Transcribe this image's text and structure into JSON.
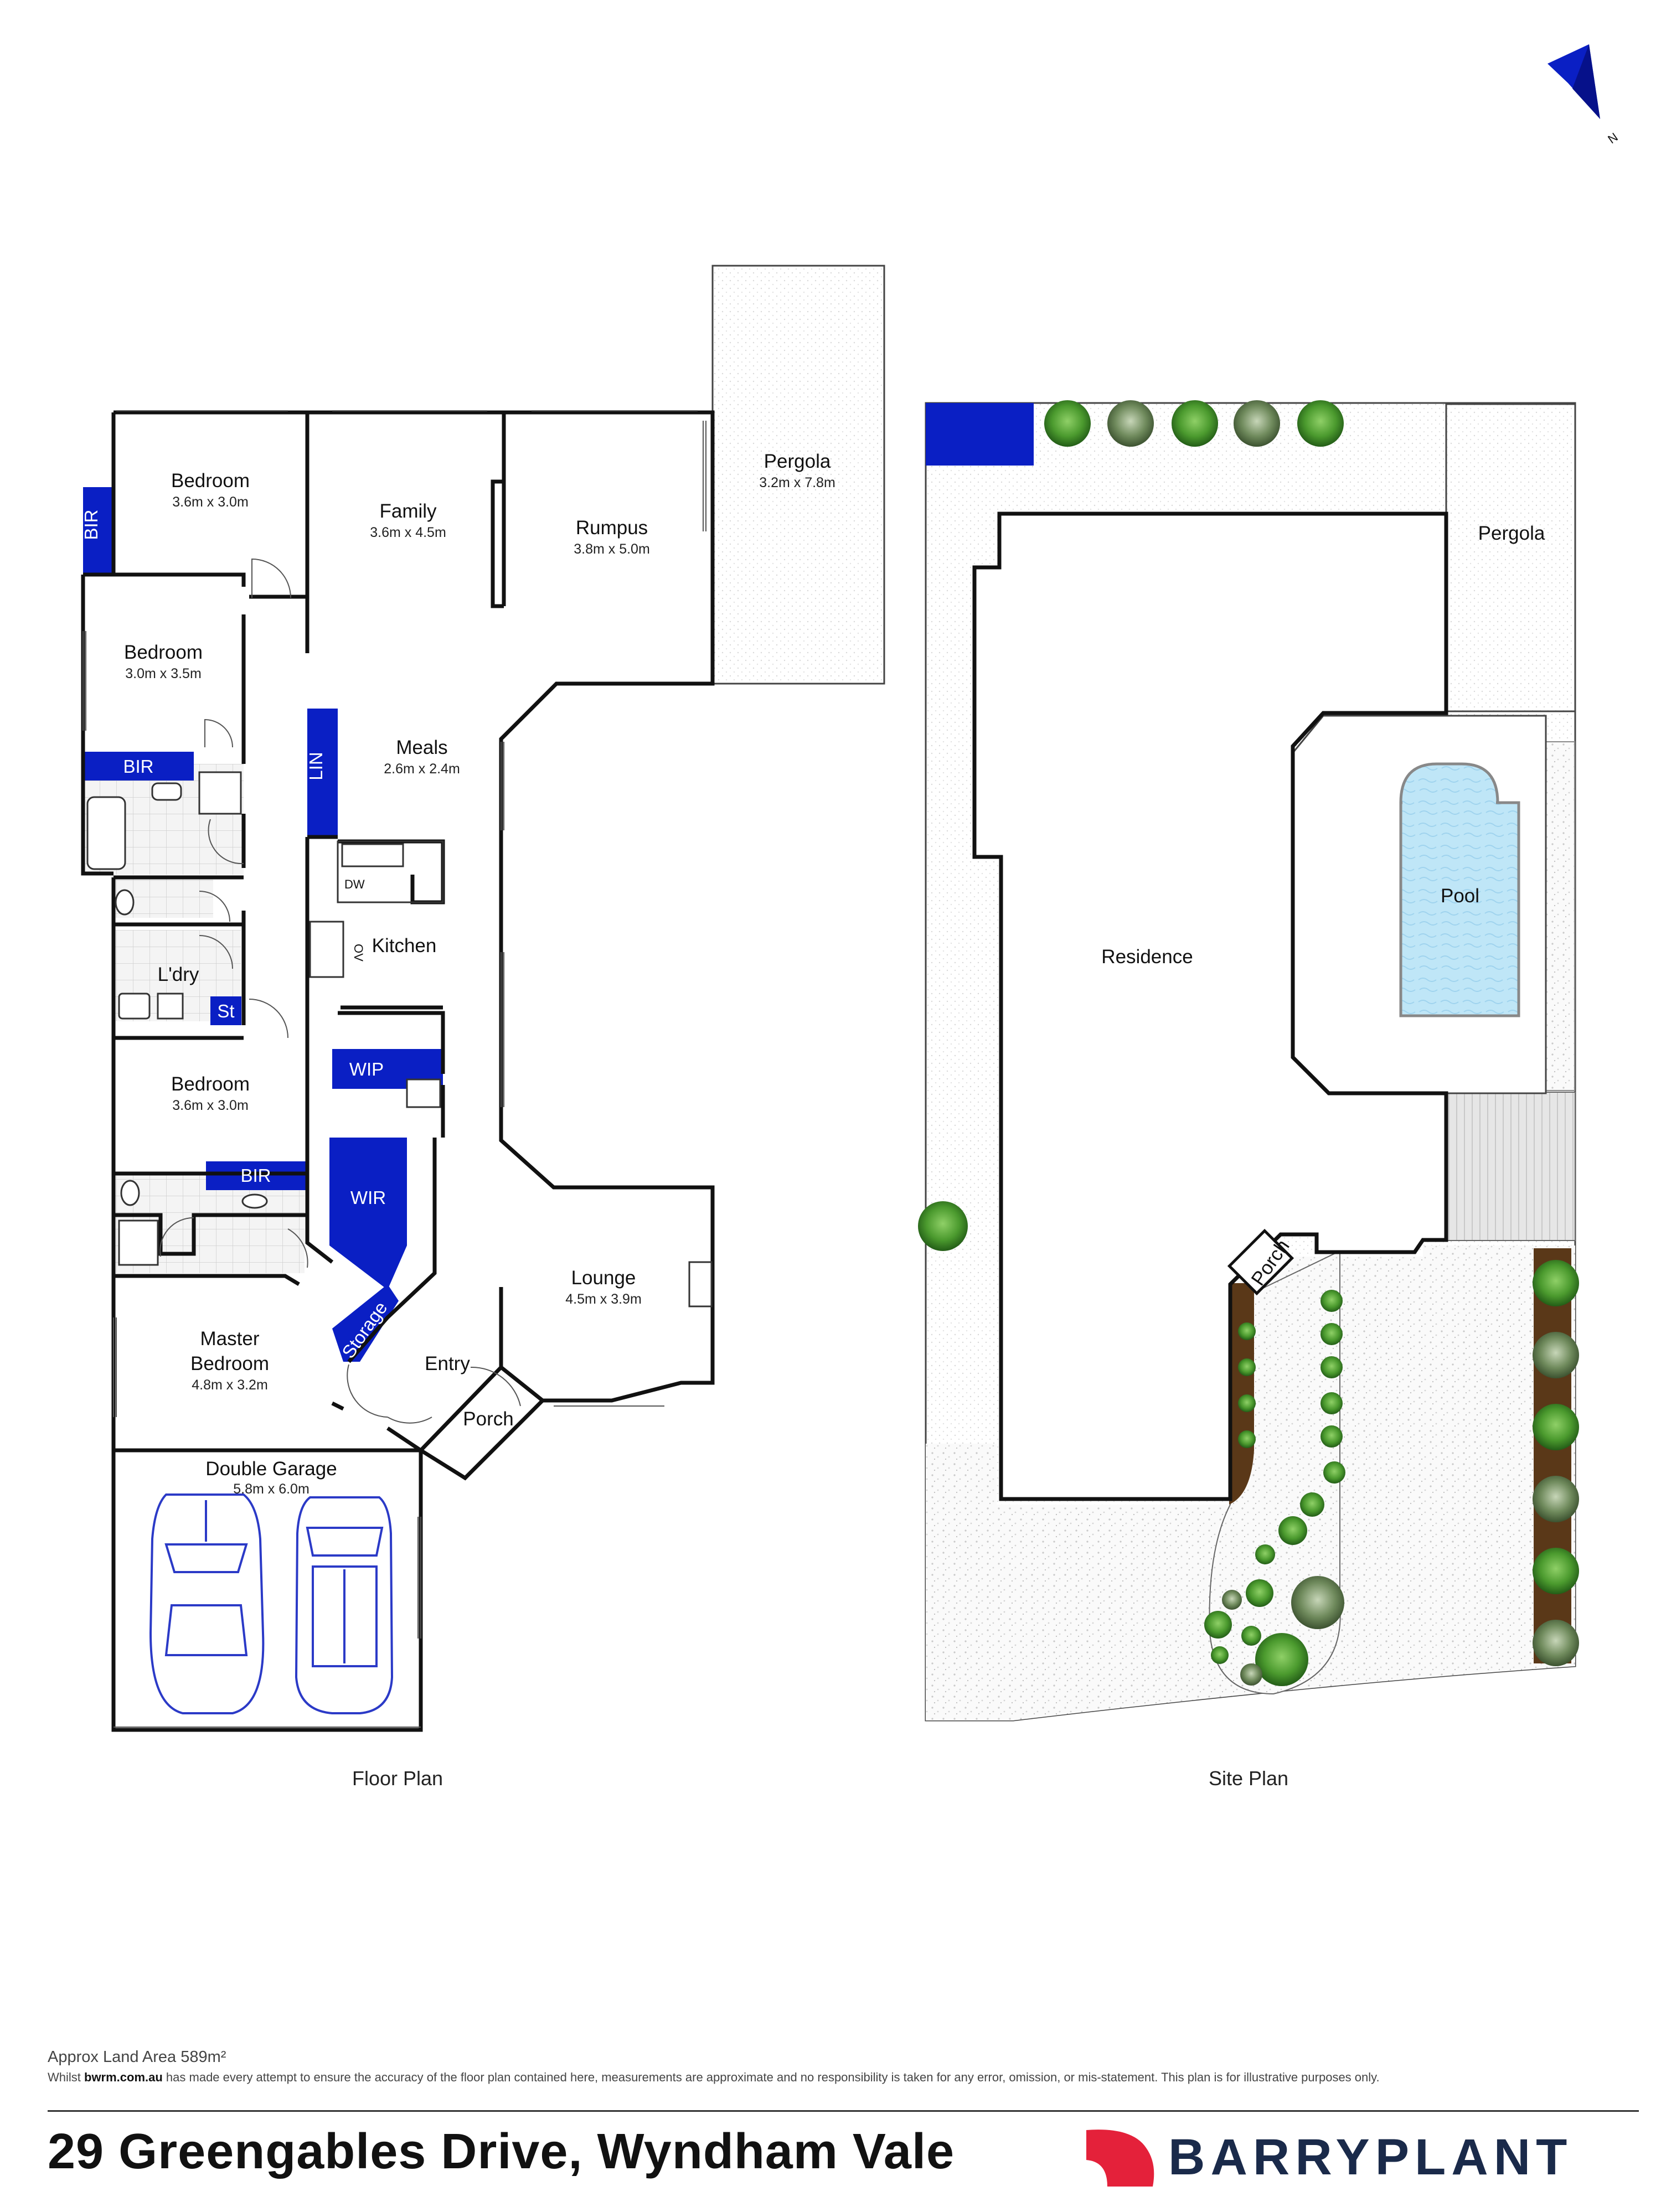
{
  "compass": {
    "label": "N"
  },
  "floor_plan": {
    "caption": "Floor Plan",
    "rooms": {
      "bedroom_top": {
        "name": "Bedroom",
        "dims": "3.6m x 3.0m"
      },
      "family": {
        "name": "Family",
        "dims": "3.6m x 4.5m"
      },
      "rumpus": {
        "name": "Rumpus",
        "dims": "3.8m x 5.0m"
      },
      "pergola": {
        "name": "Pergola",
        "dims": "3.2m x 7.8m"
      },
      "bedroom_second": {
        "name": "Bedroom",
        "dims": "3.0m x 3.5m"
      },
      "meals": {
        "name": "Meals",
        "dims": "2.6m x 2.4m"
      },
      "kitchen": {
        "name": "Kitchen"
      },
      "laundry": {
        "name": "L'dry"
      },
      "bedroom_third": {
        "name": "Bedroom",
        "dims": "3.6m x 3.0m"
      },
      "master": {
        "name_line1": "Master",
        "name_line2": "Bedroom",
        "dims": "4.8m x 3.2m"
      },
      "lounge": {
        "name": "Lounge",
        "dims": "4.5m x 3.9m"
      },
      "entry": {
        "name": "Entry"
      },
      "porch": {
        "name": "Porch"
      },
      "garage": {
        "name": "Double Garage",
        "dims": "5.8m x 6.0m"
      }
    },
    "labels": {
      "bir_top": "BIR",
      "bir_mid": "BIR",
      "bir_bottom": "BIR",
      "lin": "LIN",
      "st": "St",
      "wip": "WIP",
      "wir": "WIR",
      "storage": "Storage",
      "dw": "DW",
      "ov": "OV"
    }
  },
  "site_plan": {
    "caption": "Site Plan",
    "labels": {
      "residence": "Residence",
      "pergola": "Pergola",
      "pool": "Pool",
      "porch": "Porch"
    }
  },
  "footer": {
    "land_area": "Approx Land Area 589m²",
    "disclaimer_prefix": "Whilst ",
    "disclaimer_site": "bwrm.com.au",
    "disclaimer_rest": " has made every attempt to ensure the accuracy of the floor plan contained here, measurements are approximate and no responsibility is taken for any error, omission, or mis-statement. This plan is for illustrative purposes only.",
    "address": "29 Greengables Drive, Wyndham Vale",
    "brand": "BARRYPLANT"
  },
  "colors": {
    "accent_blue": "#0a1fc4",
    "brand_red": "#e4213a",
    "brand_navy": "#1a2a4a",
    "pool_water": "#bfe6f7",
    "hedge_green": "#3c8a2a"
  }
}
